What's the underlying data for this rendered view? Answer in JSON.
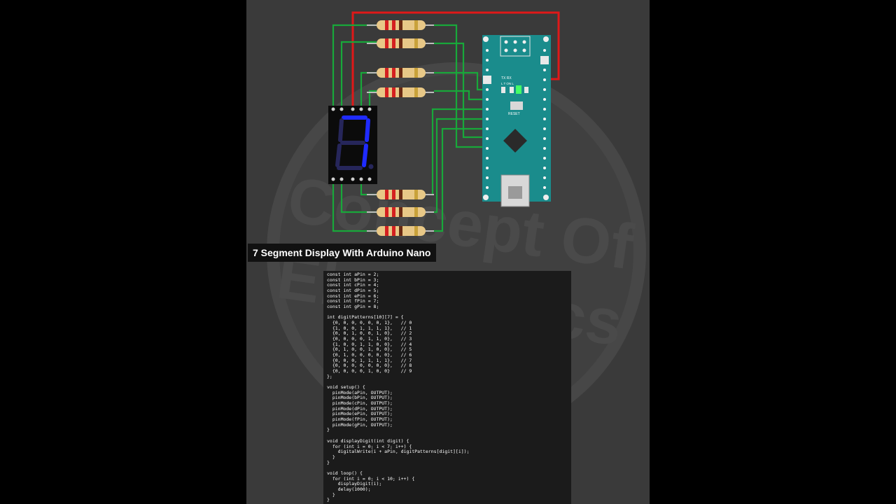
{
  "video": {
    "title": "7 Segment Display With Arduino Nano",
    "watermark": {
      "line1": "Concept Of",
      "line2": "Electronics"
    }
  },
  "board": {
    "tx_rx": "TX RX",
    "led_labels": "L  T  ON  L",
    "reset_label": "RESET"
  },
  "display": {
    "digit": "7"
  },
  "colors": {
    "background": "#3a3a3a",
    "wire_green": "#18a83a",
    "wire_red": "#e01818",
    "board_teal": "#1a8c8c",
    "segment_on": "#1f2bff",
    "segment_off": "#26265a"
  },
  "code_lines": [
    "const int aPin = 2;",
    "const int bPin = 3;",
    "const int cPin = 4;",
    "const int dPin = 5;",
    "const int ePin = 6;",
    "const int fPin = 7;",
    "const int gPin = 8;",
    "",
    "int digitPatterns[10][7] = {",
    "  {0, 0, 0, 0, 0, 0, 1},   // 0",
    "  {1, 0, 0, 1, 1, 1, 1},   // 1",
    "  {0, 0, 1, 0, 0, 1, 0},   // 2",
    "  {0, 0, 0, 0, 1, 1, 0},   // 3",
    "  {1, 0, 0, 1, 1, 0, 0},   // 4",
    "  {0, 1, 0, 0, 1, 0, 0},   // 5",
    "  {0, 1, 0, 0, 0, 0, 0},   // 6",
    "  {0, 0, 0, 1, 1, 1, 1},   // 7",
    "  {0, 0, 0, 0, 0, 0, 0},   // 8",
    "  {0, 0, 0, 0, 1, 0, 0}    // 9",
    "};",
    "",
    "void setup() {",
    "  pinMode(aPin, OUTPUT);",
    "  pinMode(bPin, OUTPUT);",
    "  pinMode(cPin, OUTPUT);",
    "  pinMode(dPin, OUTPUT);",
    "  pinMode(ePin, OUTPUT);",
    "  pinMode(fPin, OUTPUT);",
    "  pinMode(gPin, OUTPUT);",
    "}",
    "",
    "void displayDigit(int digit) {",
    "  for (int i = 0; i < 7; i++) {",
    "    digitalWrite(i + aPin, digitPatterns[digit][i]);",
    "  }",
    "}",
    "",
    "void loop() {",
    "  for (int i = 0; i < 10; i++) {",
    "    displayDigit(i);",
    "    delay(1000);",
    "  }",
    "}"
  ]
}
